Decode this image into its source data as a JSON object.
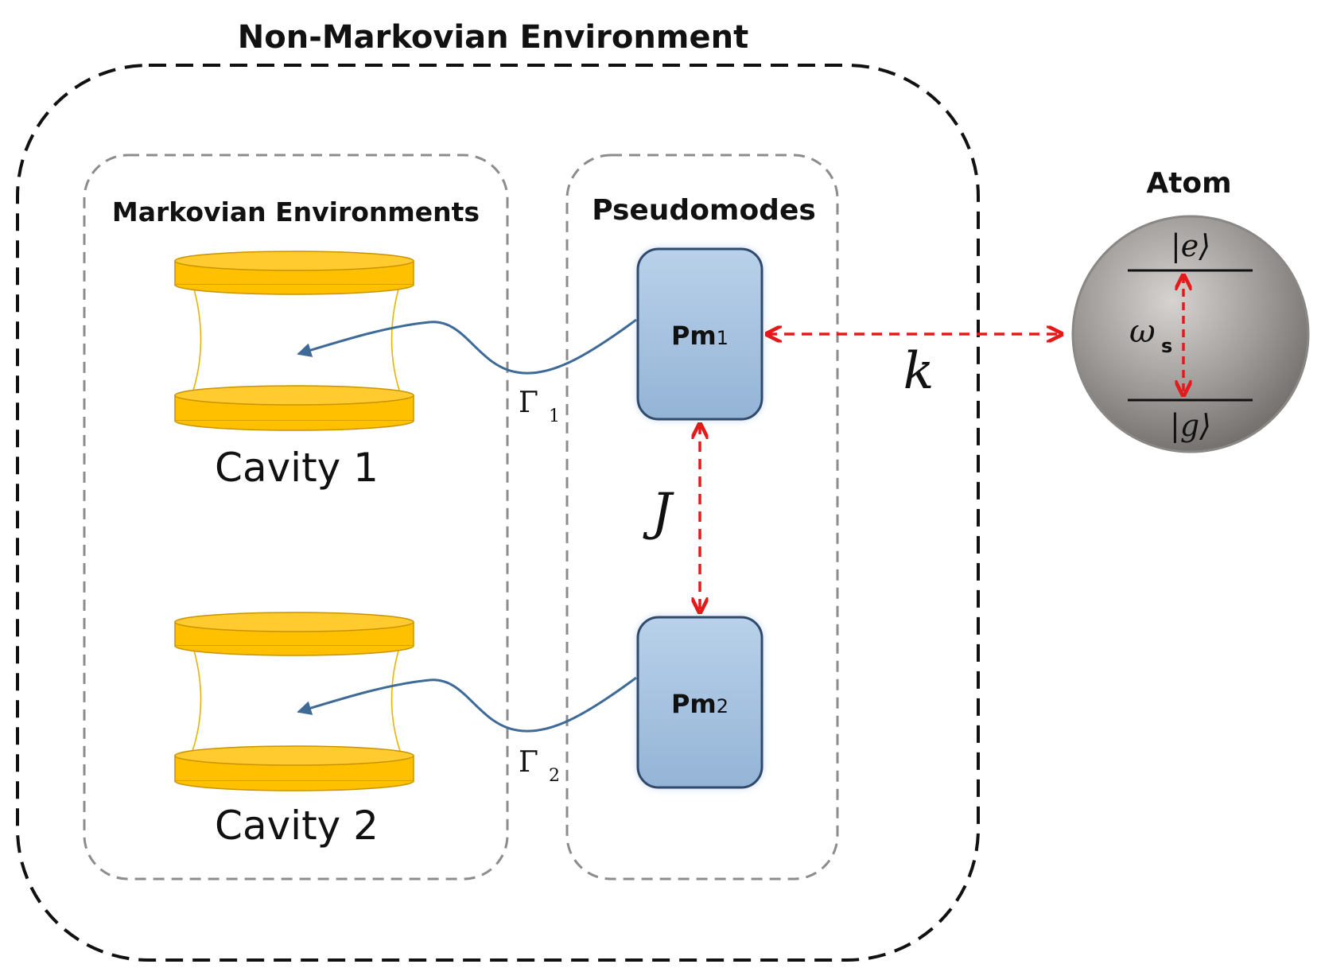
{
  "title": "Non-Markovian Environment",
  "markovian": {
    "label": "Markovian Environments",
    "cavities": [
      {
        "label": "Cavity 1",
        "rate_symbol": "Γ",
        "rate_sub": "1"
      },
      {
        "label": "Cavity 2",
        "rate_symbol": "Γ",
        "rate_sub": "2"
      }
    ]
  },
  "pseudomodes": {
    "label": "Pseudomodes",
    "modes": [
      {
        "label": "Pm",
        "sub": "1"
      },
      {
        "label": "Pm",
        "sub": "2"
      }
    ]
  },
  "couplings": {
    "inter_mode": "J",
    "mode_atom": "k"
  },
  "atom": {
    "label": "Atom",
    "excited": "|e⟩",
    "ground": "|g⟩",
    "freq_symbol": "ω",
    "freq_sub": "s"
  },
  "colors": {
    "mirror": "#FFC000",
    "mirror_edge": "#C99400",
    "mode_fill": "#A4C2E0",
    "mode_edge": "#2F4A6D",
    "coupling_arrow": "#E41A1A",
    "decay_curve": "#3E6A98",
    "atom": "#9A9693"
  }
}
